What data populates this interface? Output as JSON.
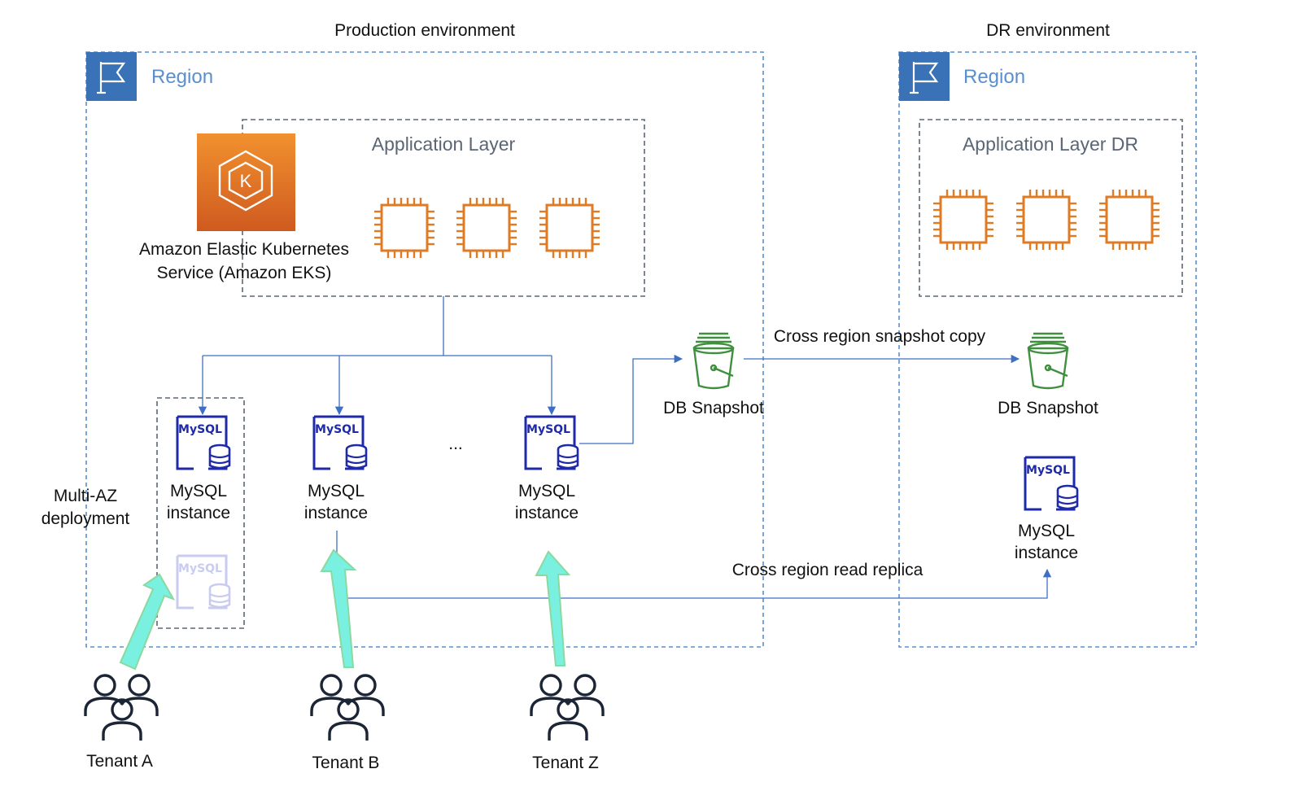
{
  "headers": {
    "production": "Production environment",
    "dr": "DR environment"
  },
  "regions": {
    "production_label": "Region",
    "dr_label": "Region"
  },
  "layers": {
    "app_layer": "Application Layer",
    "app_layer_dr": "Application Layer DR"
  },
  "eks": {
    "line1": "Amazon Elastic Kubernetes",
    "line2": "Service (Amazon EKS)",
    "badge": "K"
  },
  "snapshots": {
    "prod": "DB Snapshot",
    "dr": "DB Snapshot"
  },
  "edges": {
    "snapshot_copy": "Cross region snapshot copy",
    "read_replica": "Cross region read replica"
  },
  "multi_az": {
    "line1": "Multi-AZ",
    "line2": "deployment"
  },
  "mysql": {
    "badge": "MySQL",
    "line1": "MySQL",
    "line2": "instance",
    "ellipsis": "..."
  },
  "tenants": {
    "a": "Tenant A",
    "b": "Tenant B",
    "z": "Tenant Z"
  },
  "colors": {
    "region_border": "#5a8fcf",
    "region_flag_bg": "#3a72b8",
    "connector": "#3f6fc4",
    "chip_orange": "#e07b25",
    "eks_gradient_top": "#f1912f",
    "eks_gradient_bottom": "#cf5a1f",
    "snapshot_green": "#3f8f3f",
    "mysql_blue": "#1f2aa6",
    "tenant_arrow_fill": "#7af0e0",
    "tenant_arrow_outline": "#8bd8a0",
    "tenant_icon": "#1b2535"
  }
}
